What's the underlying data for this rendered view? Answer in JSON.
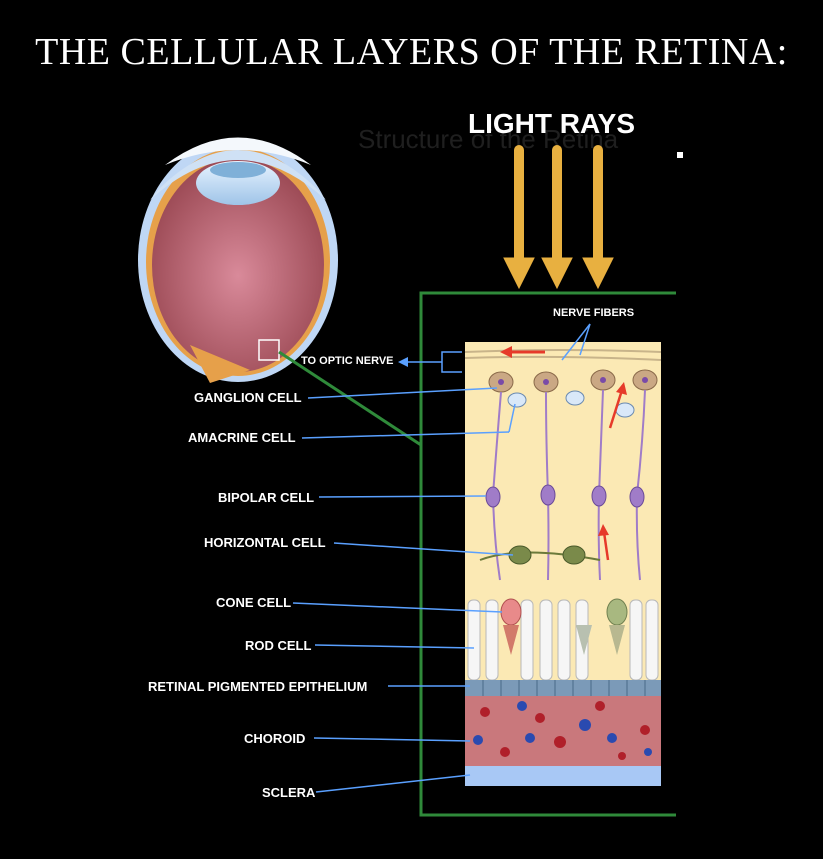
{
  "title": "THE CELLULAR LAYERS OF THE RETINA:",
  "light_rays": "LIGHT RAYS",
  "labels": {
    "nerve_fibers": "NERVE FIBERS",
    "to_optic_nerve": "TO OPTIC NERVE",
    "ganglion_cell": "GANGLION CELL",
    "amacrine_cell": "AMACRINE CELL",
    "bipolar_cell": "BIPOLAR CELL",
    "horizontal_cell": "HORIZONTAL CELL",
    "cone_cell": "CONE CELL",
    "rod_cell": "ROD CELL",
    "rpe": "RETINAL PIGMENTED EPITHELIUM",
    "choroid": "CHOROID",
    "sclera": "SCLERA"
  },
  "background_text": "Structure of the Retina",
  "colors": {
    "background": "#000000",
    "arrow": "#e8b040",
    "frame": "#2f8a3a",
    "leader": "#5aa0ff",
    "retina": "#fbe9b4",
    "choroid": "#c9787c",
    "sclera": "#a8c8f5",
    "rpe": "#7b9ab8",
    "signal": "#e63a2a",
    "neuron": "#a07cc8"
  }
}
